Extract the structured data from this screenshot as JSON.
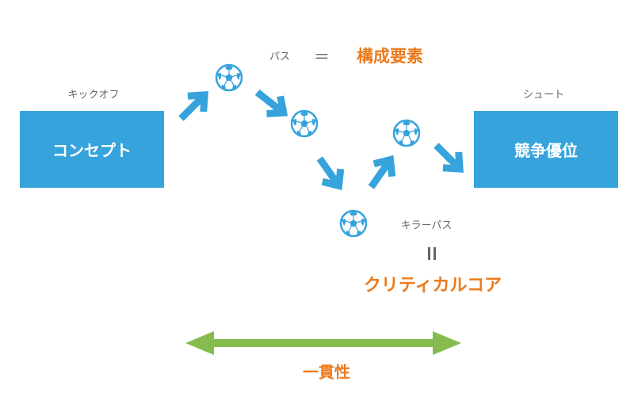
{
  "start": {
    "label": "キックオフ",
    "box": "コンセプト"
  },
  "end": {
    "label": "シュート",
    "box": "競争優位"
  },
  "pass": {
    "label": "パス",
    "equals": "＝",
    "meaning": "構成要素"
  },
  "killer_pass": {
    "label": "キラーパス",
    "equals": "＝",
    "meaning": "クリティカルコア"
  },
  "consistency": {
    "label": "一貫性"
  },
  "colors": {
    "blue": "#36a3dc",
    "orange": "#ec7a1c",
    "green": "#86bc4f",
    "gray": "#666666"
  }
}
